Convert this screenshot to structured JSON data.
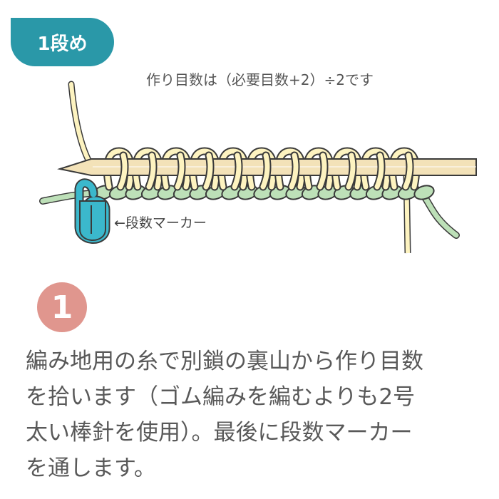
{
  "badge": {
    "label": "1段め",
    "color": "#2a98a8"
  },
  "note": "作り目数は（必要目数+2）÷2です",
  "diagram": {
    "loop_count": 11,
    "marker_label": "←段数マーカー",
    "colors": {
      "needle": "#f3e2b8",
      "yarn": "#fdf3c0",
      "waste_yarn": "#bde0b8",
      "marker": "#3bb8cc",
      "outline": "#3a3a3a"
    },
    "icons": [
      "knitting-needle-icon",
      "stitch-marker-icon"
    ]
  },
  "step": {
    "number": "1",
    "color": "#e0968e"
  },
  "instructions": [
    "編み地用の糸で別鎖の裏山から作り目数",
    "を拾います（ゴム編みを編むよりも2号",
    "太い棒針を使用）。最後に段数マーカー",
    "を通します。"
  ]
}
